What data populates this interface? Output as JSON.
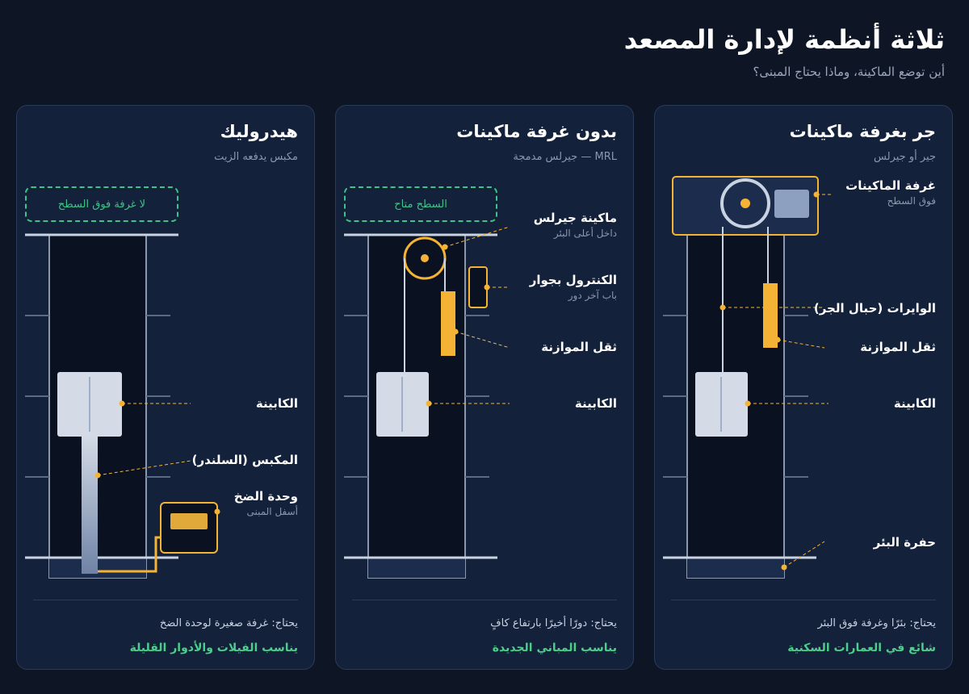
{
  "header": {
    "title": "ثلاثة أنظمة لإدارة المصعد",
    "subtitle": "أين توضع الماكينة، وماذا يحتاج المبنى؟"
  },
  "cards": [
    {
      "title": "جر بغرفة ماكينات",
      "subtitle": "جير أو جيرلس",
      "labels": {
        "machine_room": "غرفة الماكينات",
        "machine_room_sub": "فوق السطح",
        "ropes": "الوايرات (حبال الجر)",
        "counterweight": "ثقل الموازنة",
        "cabin": "الكابينة",
        "pit": "حفرة البئر"
      },
      "needs": "يحتاج: بئرًا وغرفة فوق البئر",
      "fit": "شائع في العمارات السكنية"
    },
    {
      "title": "بدون غرفة ماكينات",
      "subtitle": "MRL — جيرلس مدمجة",
      "badge": "السطح متاح",
      "labels": {
        "machine": "ماكينة جيرلس",
        "machine_sub": "داخل أعلى البئر",
        "control": "الكنترول بجوار",
        "control_sub": "باب آخر دور",
        "counterweight": "ثقل الموازنة",
        "cabin": "الكابينة"
      },
      "needs": "يحتاج: دورًا أخيرًا بارتفاع كافٍ",
      "fit": "يناسب المباني الجديدة"
    },
    {
      "title": "هيدروليك",
      "subtitle": "مكبس يدفعه الزيت",
      "badge": "لا غرفة فوق السطح",
      "labels": {
        "cabin": "الكابينة",
        "piston": "المكبس (السلندر)",
        "pump": "وحدة الضخ",
        "pump_sub": "أسفل المبنى"
      },
      "needs": "يحتاج: غرفة صغيرة لوحدة الضخ",
      "fit": "يناسب الفيلات والأدوار القليلة"
    }
  ],
  "colors": {
    "background": "#0e1626",
    "card": "#14213b",
    "accent": "#f5b335",
    "green": "#3ec487",
    "shaft": "#0a1120",
    "rail": "#8a97ad"
  }
}
